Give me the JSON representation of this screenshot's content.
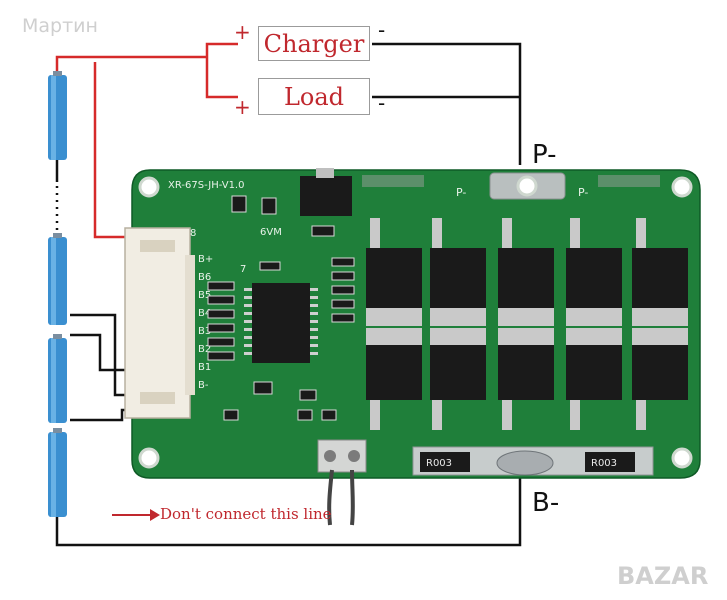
{
  "watermark": {
    "top_left": "Мартин",
    "bottom_right": "BAZAR"
  },
  "labels": {
    "charger": "Charger",
    "load": "Load",
    "charger_plus": "+",
    "charger_minus": "-",
    "load_plus": "+",
    "load_minus": "-",
    "p_minus": "P-",
    "b_minus": "B-",
    "dont_connect": "Don't connect this line"
  },
  "board": {
    "model": "XR-67S-JH-V1.0",
    "pins": [
      "B+",
      "B6",
      "B5",
      "B4",
      "B3",
      "B2",
      "B1",
      "B-"
    ],
    "pad_label_p1": "P-",
    "pad_label_p2": "P-",
    "part_6v_m": "6VM",
    "part_7": "7",
    "part_8": "8",
    "resistor_r1": "R003",
    "resistor_r2": "R003"
  },
  "colors": {
    "board_green": "#1f7f3a",
    "wire_red": "#d62a2a",
    "wire_black": "#111111",
    "cell_blue": "#3a8fd0",
    "label_red": "#c0282e"
  }
}
